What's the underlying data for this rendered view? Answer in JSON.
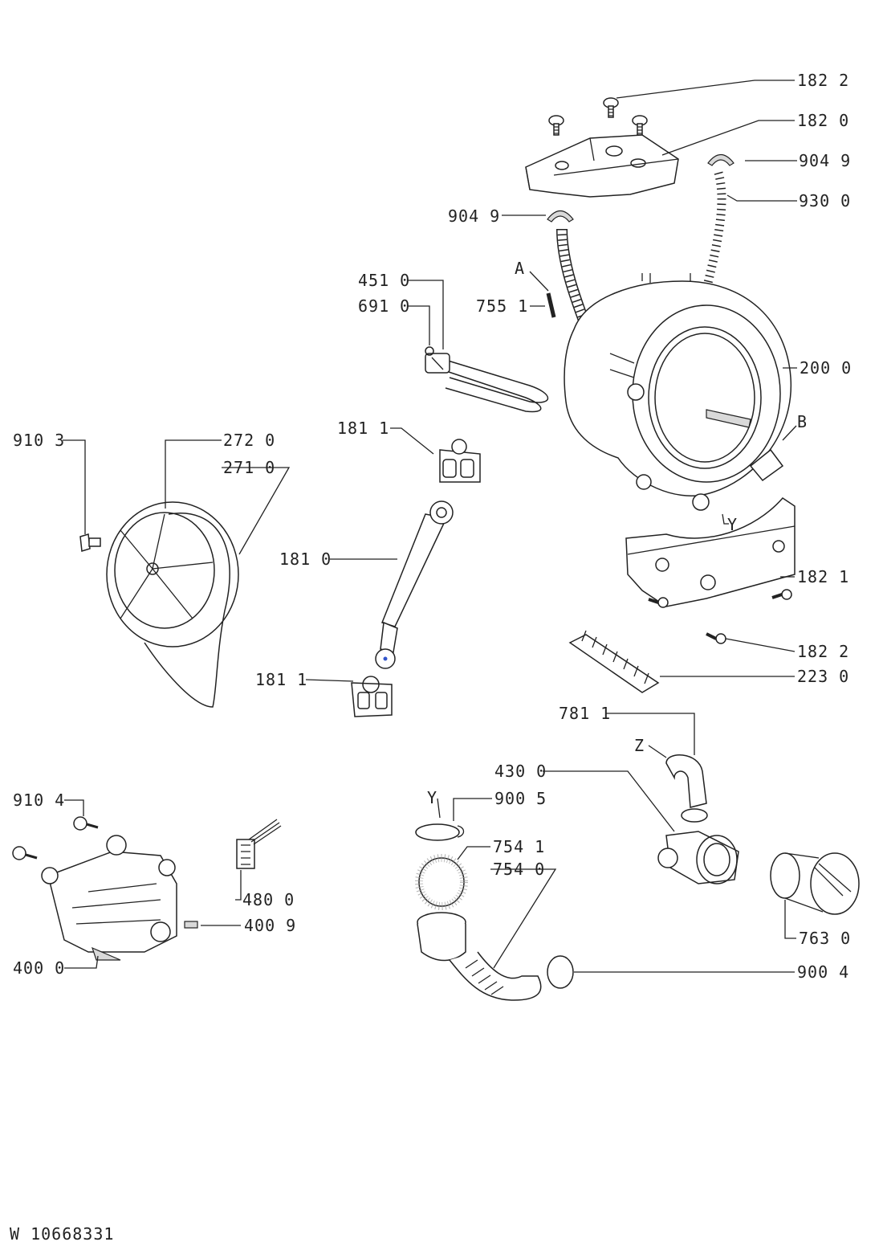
{
  "callouts": {
    "c1822a": "182 2",
    "c1820": "182 0",
    "c9049a": "904 9",
    "c9300": "930 0",
    "c9049b": "904 9",
    "cA": "A",
    "c4510": "451 0",
    "c6910": "691 0",
    "c7551": "755 1",
    "c2000": "200 0",
    "cB": "B",
    "c9103": "910 3",
    "c2720": "272 0",
    "c2710": "271 0",
    "c1811a": "181 1",
    "cY1": "Y",
    "c1821": "182 1",
    "c1810": "181 0",
    "c1822b": "182 2",
    "c2230": "223 0",
    "c1811b": "181 1",
    "c7811": "781 1",
    "cZ": "Z",
    "c4300": "430 0",
    "cY2": "Y",
    "c9005": "900 5",
    "c9104": "910 4",
    "c7541": "754 1",
    "c7540": "754 0",
    "c4800": "480 0",
    "c4009": "400 9",
    "c7630": "763 0",
    "c4000": "400 0",
    "c9004": "900 4"
  },
  "footer": {
    "code": "W 10668331"
  }
}
